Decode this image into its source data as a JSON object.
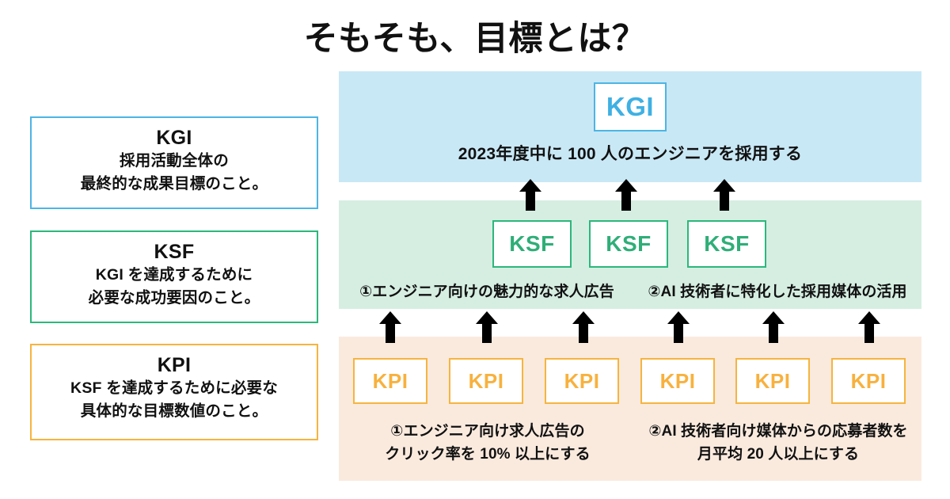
{
  "title": "そもそも、目標とは？",
  "colors": {
    "kgi_accent": "#4cb5e5",
    "ksf_accent": "#2cb77c",
    "kpi_accent": "#f6b43f",
    "kgi_band": "#c9e8f6",
    "ksf_band": "#d6eee2",
    "kpi_band": "#faeade",
    "text": "#111111",
    "arrow": "#000000"
  },
  "legend": {
    "cards": [
      {
        "code": "KGI",
        "desc_line1": "採用活動全体の",
        "desc_line2": "最終的な成果目標のこと。"
      },
      {
        "code": "KSF",
        "desc_line1": "KGI を達成するために",
        "desc_line2": "必要な成功要因のこと。"
      },
      {
        "code": "KPI",
        "desc_line1": "KSF を達成するために必要な",
        "desc_line2": "具体的な目標数値のこと。"
      }
    ]
  },
  "diagram": {
    "kgi": {
      "node_label": "KGI",
      "caption": "2023年度中に 100 人のエンジニアを採用する"
    },
    "ksf": {
      "nodes": [
        {
          "label": "KSF"
        },
        {
          "label": "KSF"
        },
        {
          "label": "KSF"
        }
      ],
      "captions": [
        "①エンジニア向けの魅力的な求人広告",
        "②AI 技術者に特化した採用媒体の活用"
      ]
    },
    "kpi": {
      "nodes": [
        {
          "label": "KPI"
        },
        {
          "label": "KPI"
        },
        {
          "label": "KPI"
        },
        {
          "label": "KPI"
        },
        {
          "label": "KPI"
        },
        {
          "label": "KPI"
        }
      ],
      "captions": [
        {
          "line1": "①エンジニア向け求人広告の",
          "line2": "クリック率を 10% 以上にする"
        },
        {
          "line1": "②AI 技術者向け媒体からの応募者数を",
          "line2": "月平均 20 人以上にする"
        }
      ]
    }
  }
}
